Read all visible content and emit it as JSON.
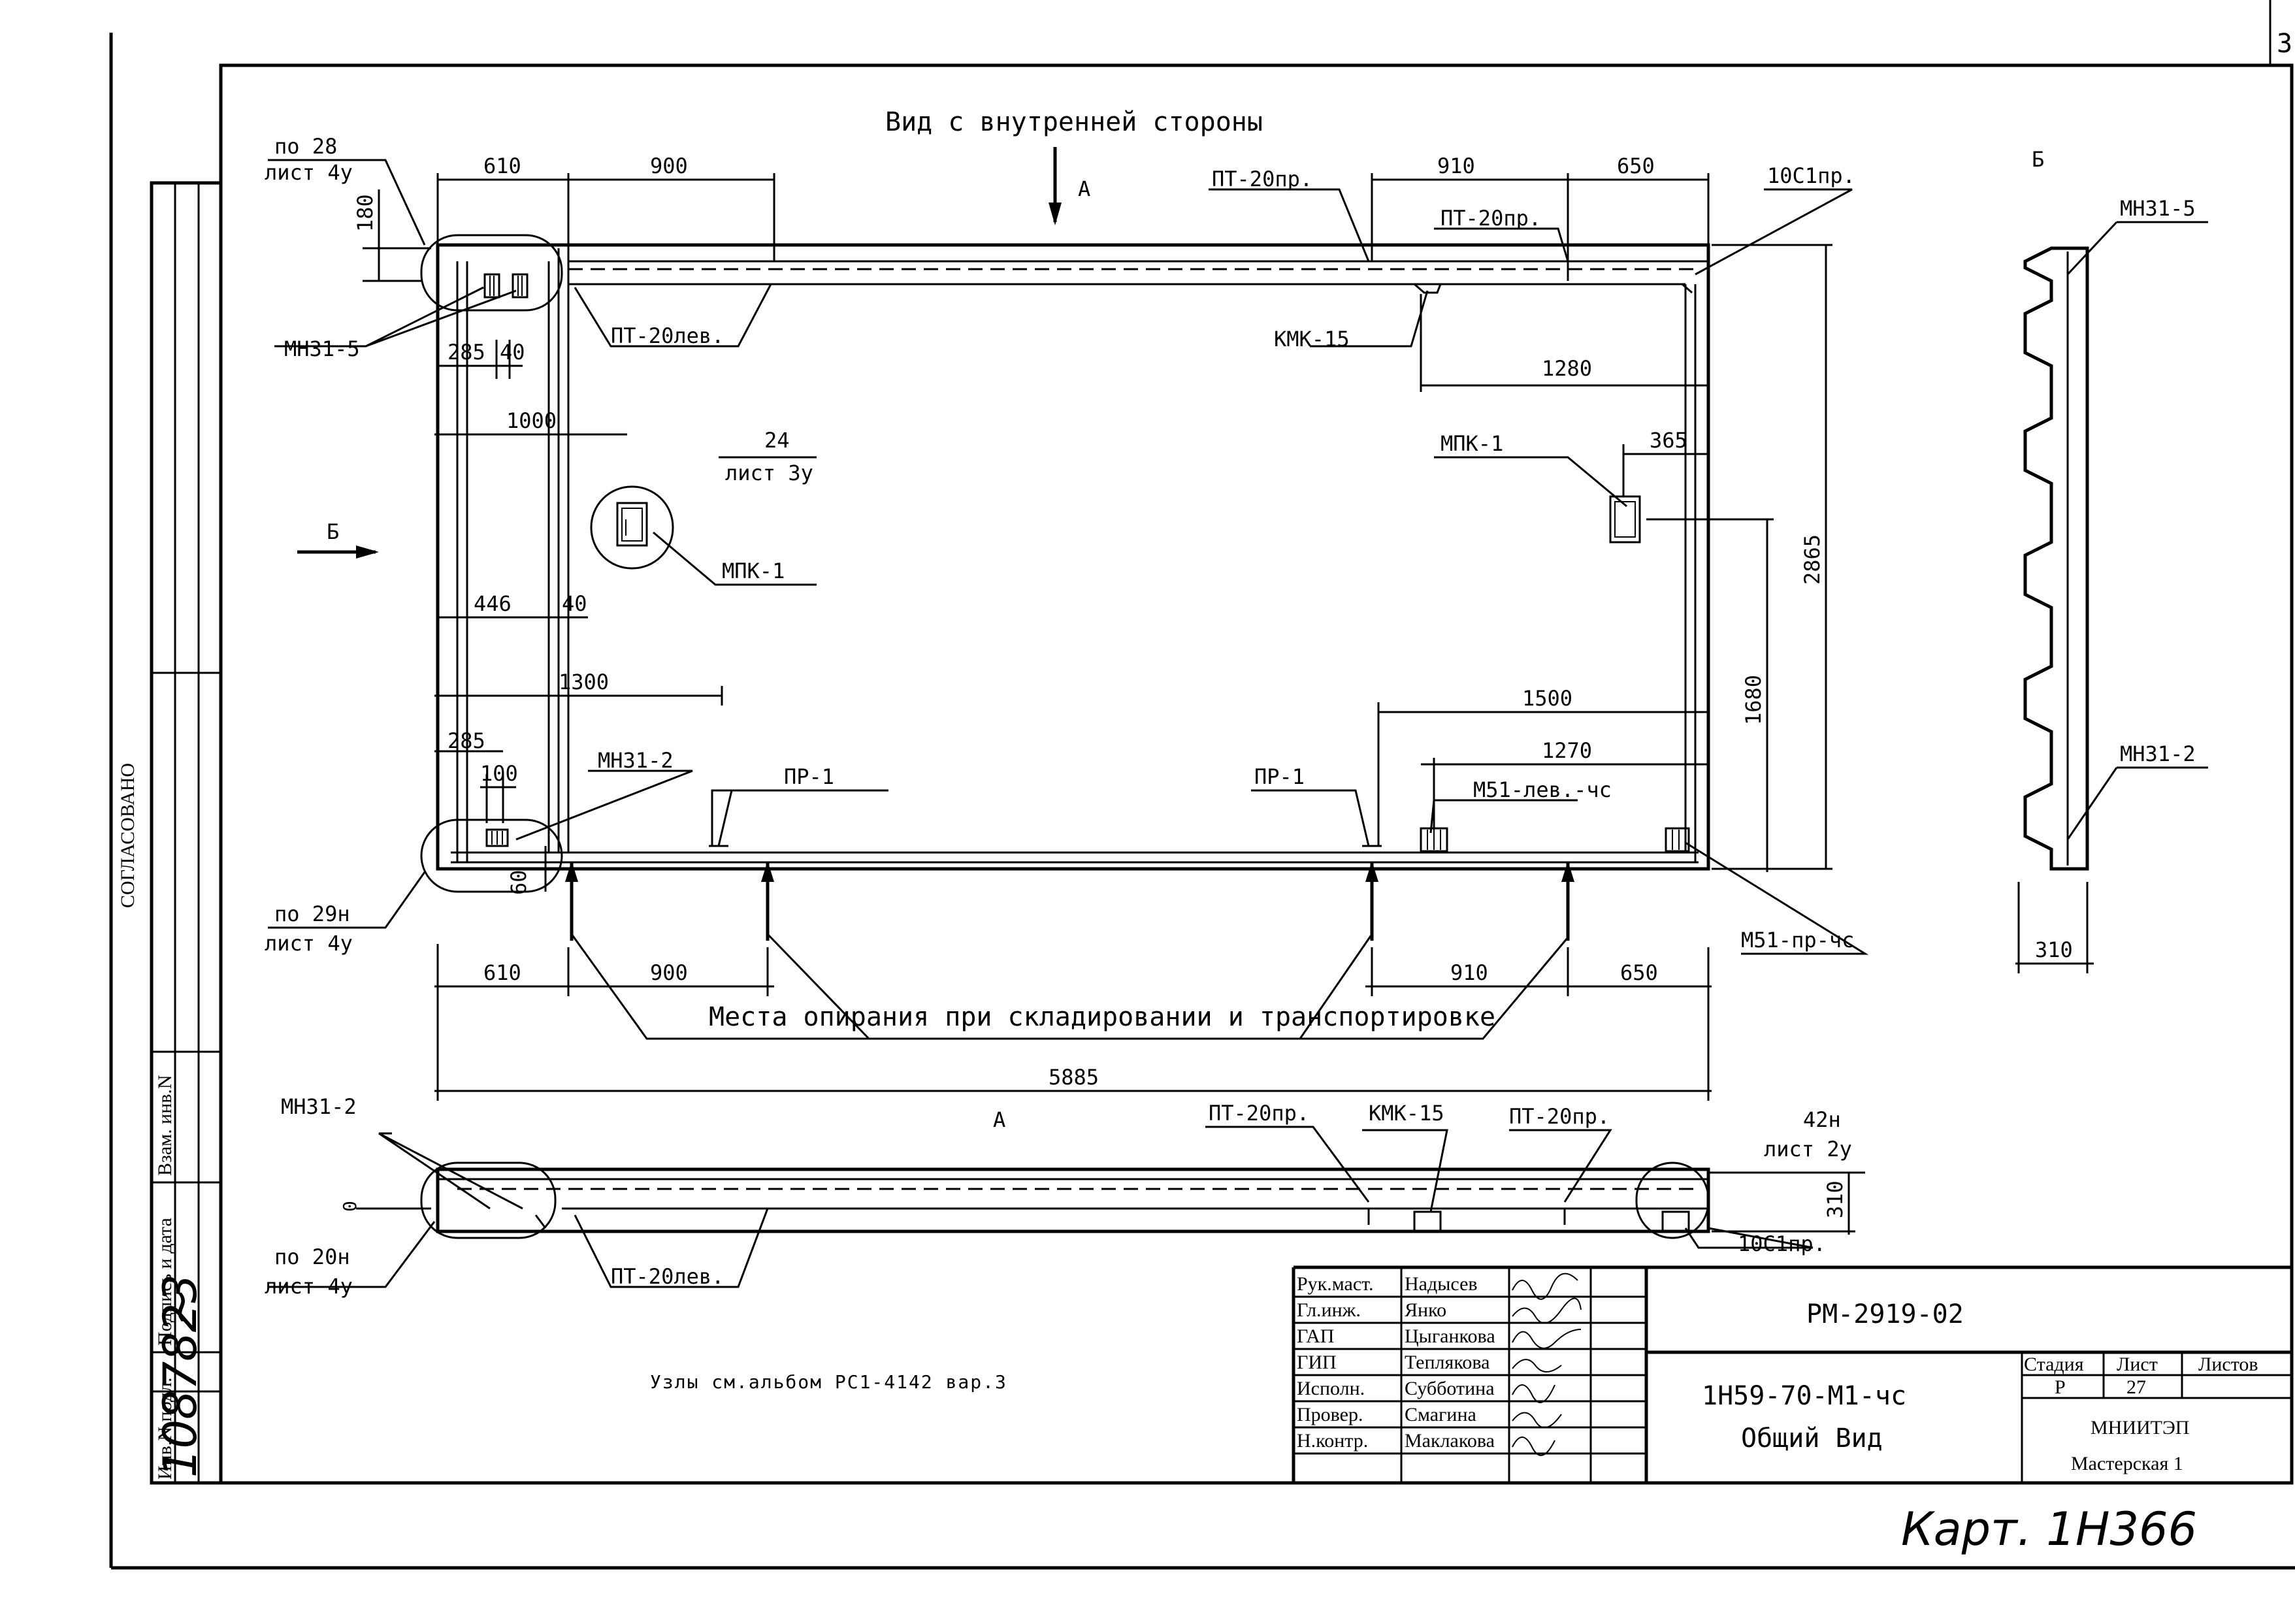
{
  "sheet_number": "3",
  "view_title": "Вид с внутренней стороны",
  "section_labels": {
    "a_top": "А",
    "a_bottom": "А",
    "b_left": "Б",
    "b_right": "Б"
  },
  "approval_label": "СОГЛАСОВАНО",
  "margin_stamp": {
    "inv_podl": "Инв.N подл.",
    "podpis_data": "Подпись и дата",
    "vzam_inv": "Взам. инв.N",
    "inv_value": "1087823",
    "podpis_value": "~"
  },
  "callouts": {
    "po28": "по 28",
    "list4y_1": "лист 4у",
    "mn31_5_left": "МН31-5",
    "pt20lev_top": "ПТ-20лев.",
    "pt20pr_1": "ПТ-20пр.",
    "pt20pr_2": "ПТ-20пр.",
    "s10c1_top": "10С1пр.",
    "kmk15_top": "КМК-15",
    "node24": "24",
    "list3y": "лист 3у",
    "mpk1_left": "МПК-1",
    "mpk1_right": "МПК-1",
    "mn31_2_left": "МН31-2",
    "pr1_left": "ПР-1",
    "pr1_right": "ПР-1",
    "m51_lev": "М51-лев.-чс",
    "m51_pr": "М51-пр-чс",
    "po29": "по 29н",
    "list4y_2": "лист 4у",
    "supports_note": "Места опирания при складировании и транспортировке",
    "mn31_2_bottom": "МН31-2",
    "pt20pr_b1": "ПТ-20пр.",
    "kmk15_b": "КМК-15",
    "pt20pr_b2": "ПТ-20пр.",
    "node42": "42н",
    "list2y": "лист 2у",
    "po20": "по 20н",
    "list4y_3": "лист 4у",
    "pt20lev_b": "ПТ-20лев.",
    "s10c1_b": "10С1пр.",
    "mn31_5_right": "МН31-5",
    "mn31_2_right": "МН31-2",
    "nodes_note": "Узлы см.альбом РС1-4142 вар.3"
  },
  "dimensions": {
    "d610_top": "610",
    "d900_top": "900",
    "d910_top": "910",
    "d650_top": "650",
    "d180": "180",
    "d285_top": "285",
    "d40_top": "40",
    "d1000": "1000",
    "d1280": "1280",
    "d365": "365",
    "d2865": "2865",
    "d446": "446",
    "d40_mid": "40",
    "d1300": "1300",
    "d1680": "1680",
    "d1500": "1500",
    "d285_bot": "285",
    "d100": "100",
    "d1270": "1270",
    "d60": "60",
    "d610_bot": "610",
    "d900_bot": "900",
    "d910_bot": "910",
    "d650_bot": "650",
    "d5885": "5885",
    "d310_side": "310",
    "d310_bottom": "310",
    "d0": "0"
  },
  "title_block": {
    "roles": [
      "Рук.маст.",
      "Гл.инж.",
      "ГАП",
      "ГИП",
      "Исполн.",
      "Провер.",
      "Н.контр."
    ],
    "names": [
      "Надысев",
      "Янко",
      "Цыганкова",
      "Теплякова",
      "Субботина",
      "Смагина",
      "Маклакова"
    ],
    "doc_code": "РМ-2919-02",
    "product_code": "1Н59-70-М1-чс",
    "sheet_title": "Общий Вид",
    "stage_header": "Стадия",
    "sheet_header": "Лист",
    "sheets_header": "Листов",
    "stage_value": "Р",
    "sheet_value": "27",
    "sheets_value": "",
    "org": "МНИИТЭП",
    "workshop": "Мастерская 1"
  },
  "archive_note": "Карт. 1Н366"
}
